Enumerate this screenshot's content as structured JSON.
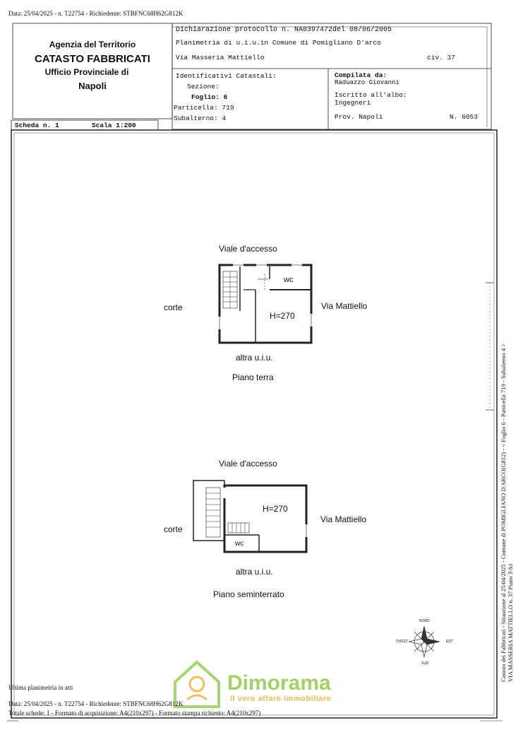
{
  "top_stamp": "Data: 25/04/2025 - n. T22754 - Richiedente: STBFNC68H62G812K",
  "agency": {
    "line1": "Agenzia del Territorio",
    "line2": "CATASTO FABBRICATI",
    "line3": "Ufficio Provinciale di",
    "line4": "Napoli"
  },
  "header": {
    "declaration": "Dichiarazione protocollo n. NA0397472del  08/06/2005",
    "planimetry": "Planimetria di u.i.u.in Comune di Pomigliano D'arco",
    "address": "Via Masseria Mattiello",
    "civ": "civ. 37",
    "identifiers_title": "Identificativi Catastali:",
    "sezione": "Sezione:",
    "foglio": "Foglio: 6",
    "particella": "Particella: 719",
    "subalterno": "Subalterno: 4",
    "compiled_by_title": "Compilata da:",
    "compiled_by_name": "Raduazzo Giovanni",
    "registered_title": "Iscritto all'albo:",
    "registered_value": "Ingegneri",
    "province": "Prov. Napoli",
    "number": "N.  6053"
  },
  "sheet": {
    "scheda": "Scheda n. 1",
    "scala": "Scala 1:200"
  },
  "plan_ground": {
    "top": "Viale d'accesso",
    "left": "corte",
    "right": "Via Mattiello",
    "bottom": "altra u.i.u.",
    "wc": "wc",
    "height": "H=270",
    "floor": "Piano terra"
  },
  "plan_basement": {
    "top": "Viale d'accesso",
    "left": "corte",
    "right": "Via Mattiello",
    "bottom": "altra u.i.u.",
    "wc": "wc",
    "height": "H=270",
    "floor": "Piano seminterrato"
  },
  "compass": {
    "north": "NORD",
    "south": "SUD",
    "west": "OVEST",
    "east": "EST"
  },
  "vertical_side": {
    "line1": "Catasto dei Fabbricati - Situazione al 25/04/2025 - Comune di POMIGLIANO D'ARCO(G812) - <  Foglio 6 - Particella 719 - Subalterno 4 >",
    "line2": "VIA MASSERIA MATTIELLO n. 37 Piano T-S1"
  },
  "footer": {
    "last_plan": "Ultima planimetria in atti",
    "stamp": "Data: 25/04/2025 - n. T22754 - Richiedente: STBFNC68H62G812K",
    "totals": "Totale schede: 1 - Formato di acquisizione: A4(210x297)  - Formato stampa richiesto: A4(210x297)"
  },
  "watermark": {
    "brand": "Dimorama",
    "tagline": "il vero affare immobiliare"
  },
  "colors": {
    "watermark_green": "#8cc63f",
    "watermark_orange": "#f5a623"
  }
}
